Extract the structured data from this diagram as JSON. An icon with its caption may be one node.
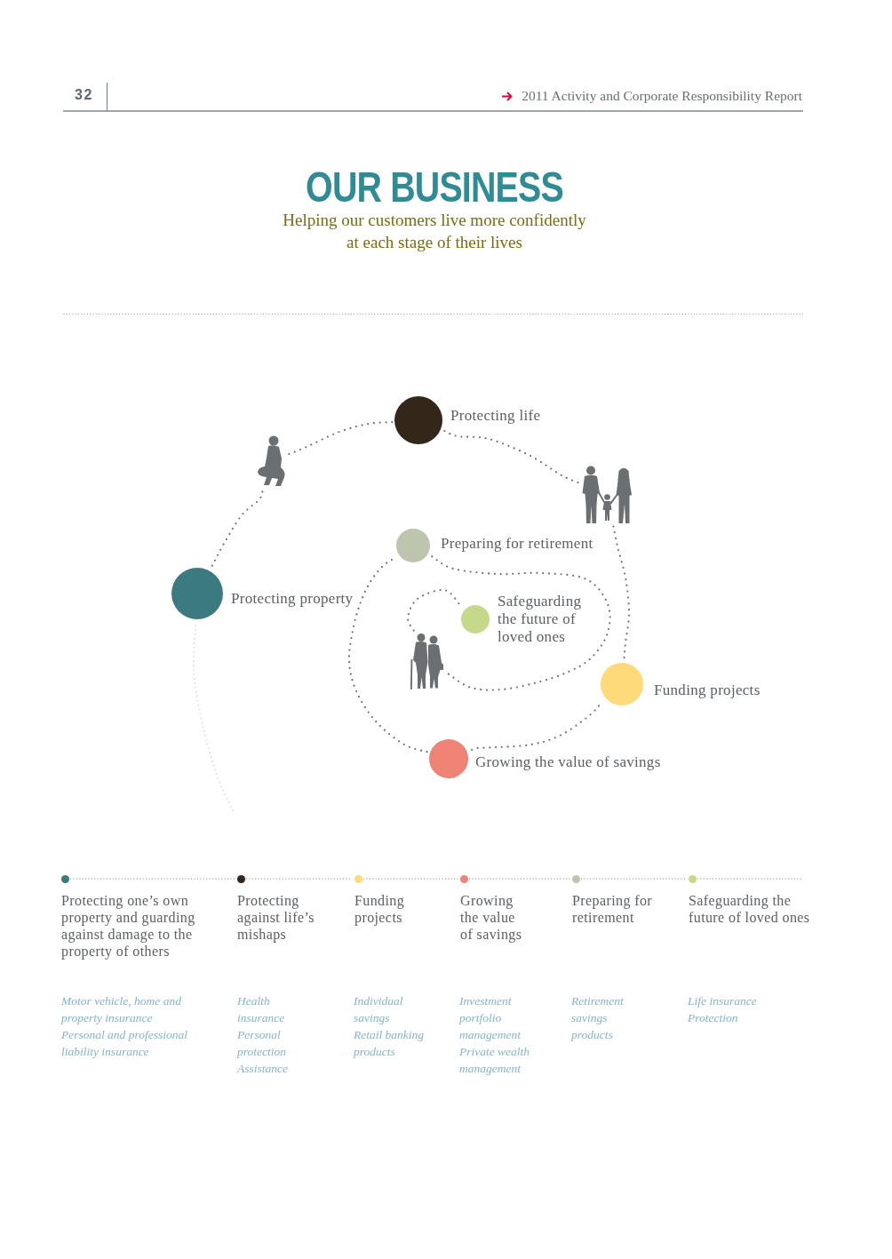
{
  "diagram": {
    "title": "OUR BUSINESS",
    "nodes": [
      {
        "text": [
          "Protecting property"
        ]
      },
      {
        "text": [],
        "shape": "picture"
      },
      {
        "text": [
          "Protecting life"
        ]
      },
      {
        "text": [],
        "shape": "picture"
      },
      {
        "text": [
          "Funding projects"
        ]
      },
      {
        "text": [
          "Growing the value of savings"
        ]
      },
      {
        "text": [
          "Preparing for retirement"
        ]
      },
      {
        "text": [],
        "shape": "picture"
      },
      {
        "text": [
          "Safeguarding the future of loved ones"
        ]
      },
      {
        "text": [
          "Protecting one’s own property and guarding against damage to the property of others"
        ]
      },
      {
        "text": [
          "Protecting against life’s mishaps"
        ]
      },
      {
        "text": [
          "Funding projects"
        ]
      },
      {
        "text": [
          "Growing the value of savings"
        ]
      },
      {
        "text": [
          "Preparing for retirement"
        ]
      },
      {
        "text": [
          "Safeguarding the future of loved ones"
        ]
      }
    ],
    "edges": [
      {
        "from": null,
        "to": 0,
        "arrow": "none",
        "color": "#d9d9d9"
      },
      {
        "from": 0,
        "to": 1,
        "arrow": "none"
      },
      {
        "from": 1,
        "to": 2,
        "arrow": "none"
      },
      {
        "from": 2,
        "to": 3,
        "arrow": "none"
      },
      {
        "from": 3,
        "to": 4,
        "arrow": "none"
      },
      {
        "from": 4,
        "to": 5,
        "arrow": "none"
      },
      {
        "from": 5,
        "to": 6,
        "arrow": "none"
      },
      {
        "from": 6,
        "to": 7,
        "arrow": "none"
      },
      {
        "from": 7,
        "to": 8,
        "arrow": "none"
      },
      {
        "from": 9,
        "to": 10,
        "arrow": "none"
      },
      {
        "from": 10,
        "to": 11,
        "arrow": "none"
      },
      {
        "from": 11,
        "to": 12,
        "arrow": "none"
      },
      {
        "from": 12,
        "to": 13,
        "arrow": "none"
      },
      {
        "from": 13,
        "to": 14,
        "arrow": "none"
      },
      {
        "from": 14,
        "to": null,
        "arrow": "none"
      }
    ],
    "labels": [
      "32",
      "2011 Activity and Corporate Responsibility Report",
      "Helping our customers live more confidently at each stage of their lives",
      "Motor vehicle, home and property insurance",
      "Personal and professional liability insurance",
      "Health insurance",
      "Personal protection",
      "Assistance",
      "Individual savings",
      "Retail banking products",
      "Investment portfolio management",
      "Private wealth management",
      "Retirement savings products",
      "Life insurance",
      "Protection"
    ]
  }
}
